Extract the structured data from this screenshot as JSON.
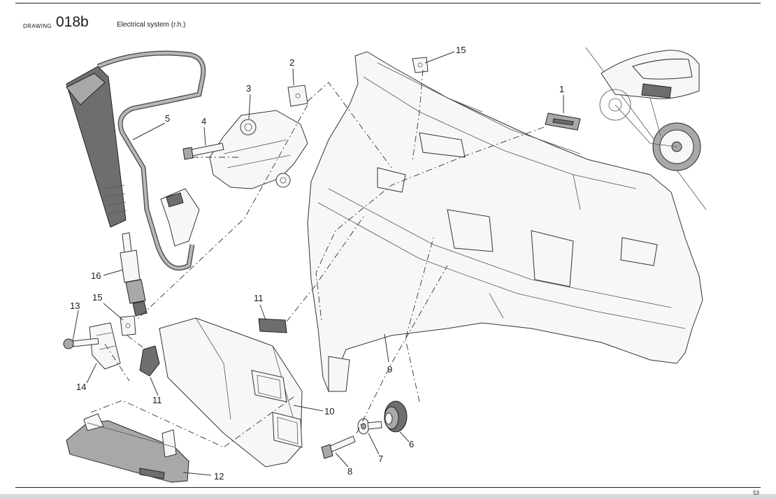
{
  "header": {
    "label": "DRAWING",
    "number": "018b",
    "title": "Electrical system (r.h.)"
  },
  "footer": {
    "page": "53"
  },
  "callouts": {
    "c1": "1",
    "c2": "2",
    "c3": "3",
    "c4": "4",
    "c5": "5",
    "c6": "6",
    "c7": "7",
    "c8": "8",
    "c9": "9",
    "c10": "10",
    "c11a": "11",
    "c11b": "11",
    "c12": "12",
    "c13": "13",
    "c14": "14",
    "c15a": "15",
    "c15b": "15",
    "c16": "16"
  }
}
